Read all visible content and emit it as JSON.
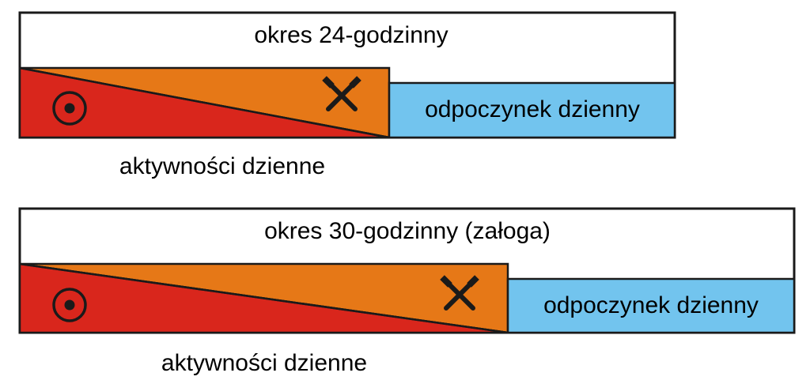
{
  "colors": {
    "red": "#d9261c",
    "orange": "#e67817",
    "blue": "#72c4ee",
    "outline": "#1a1a1a"
  },
  "icons": {
    "sun": "circled-dot-icon",
    "work": "crossed-hammers-icon"
  },
  "diagrams": [
    {
      "title": "okres 24-godzinny",
      "rest_label": "odpoczynek dzienny",
      "activity_label": "aktywności dzienne"
    },
    {
      "title": "okres 30-godzinny (załoga)",
      "rest_label": "odpoczynek dzienny",
      "activity_label": "aktywności dzienne"
    }
  ]
}
